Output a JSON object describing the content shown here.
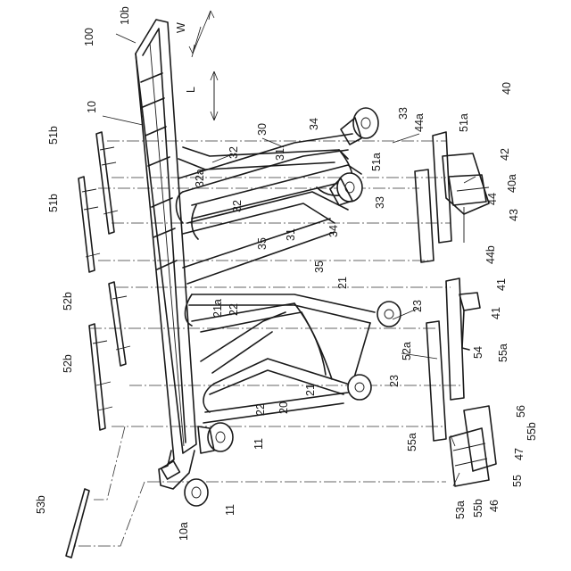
{
  "labels": {
    "l100": "100",
    "l10b": "10b",
    "lW": "W",
    "lL": "L",
    "l10": "10",
    "l51b_a": "51b",
    "l51b_b": "51b",
    "l52b_a": "52b",
    "l52b_b": "52b",
    "l53b": "53b",
    "l34_a": "34",
    "l33_a": "33",
    "l44a": "44a",
    "l51a_a": "51a",
    "l40": "40",
    "l30": "30",
    "l31_a": "31",
    "l32_a": "32",
    "l32a": "32a",
    "l51a_b": "51a",
    "l42": "42",
    "l40a": "40a",
    "l32_b": "32",
    "l33_b": "33",
    "l44": "44",
    "l43": "43",
    "l34_b": "34",
    "l31_b": "31",
    "l35_a": "35",
    "l44b": "44b",
    "l35_b": "35",
    "l21_a": "21",
    "l41_a": "41",
    "l21a": "21a",
    "l22_a": "22",
    "l23_a": "23",
    "l41_b": "41",
    "l52a": "52a",
    "l54": "54",
    "l55a_a": "55a",
    "l23_b": "23",
    "l21_b": "21",
    "l20": "20",
    "l22_b": "22",
    "l56": "56",
    "l55b_a": "55b",
    "l11_a": "11",
    "l55a_b": "55a",
    "l47": "47",
    "l55": "55",
    "l53a": "53a",
    "l55b_b": "55b",
    "l46": "46",
    "l11_b": "11",
    "l10a": "10a"
  }
}
